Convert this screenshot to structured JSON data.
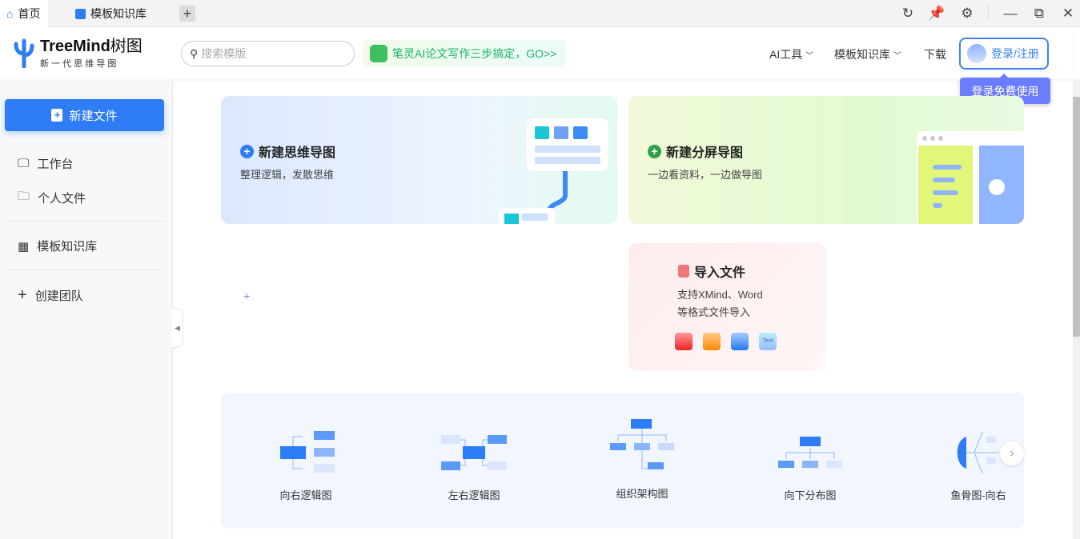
{
  "tabs": [
    {
      "label": "首页",
      "icon": "home-icon"
    },
    {
      "label": "模板知识库",
      "icon": "template-icon"
    }
  ],
  "new_tab": "+",
  "window_controls": [
    "refresh-icon",
    "pin-icon",
    "gear-icon",
    "minimize-icon",
    "restore-icon",
    "close-icon"
  ],
  "logo": {
    "name": "TreeMind",
    "name_cn": "树图",
    "slogan": "新 一 代 思 维 导 图"
  },
  "search": {
    "placeholder": "搜索模版"
  },
  "promo": {
    "text": "笔灵AI论文写作三步搞定，GO>>"
  },
  "nav": [
    {
      "label": "AI工具"
    },
    {
      "label": "模板知识库"
    },
    {
      "label": "下载"
    }
  ],
  "login": {
    "label": "登录/注册",
    "tooltip": "登录免费使用"
  },
  "sidebar": {
    "new_file": "新建文件",
    "items": [
      {
        "label": "工作台"
      },
      {
        "label": "个人文件"
      },
      {
        "label": "模板知识库"
      },
      {
        "label": "创建团队"
      }
    ]
  },
  "cards": {
    "mindmap": {
      "title": "新建思维导图",
      "subtitle": "整理逻辑，发散思维"
    },
    "split": {
      "title": "新建分屏导图",
      "subtitle": "一边看资料，一边做导图"
    },
    "import": {
      "title": "导入文件",
      "line1": "支持XMind、Word",
      "line2": "等格式文件导入",
      "formats": [
        "xmind",
        "mindmanager",
        "word",
        "text"
      ],
      "text_badge": "Text"
    }
  },
  "templates": [
    {
      "label": "向右逻辑图"
    },
    {
      "label": "左右逻辑图"
    },
    {
      "label": "组织架构图"
    },
    {
      "label": "向下分布图"
    },
    {
      "label": "鱼骨图-向右"
    }
  ],
  "colors": {
    "accent": "#2e7cf6",
    "promo": "#19b36b",
    "tooltip": "#6b7cff"
  }
}
